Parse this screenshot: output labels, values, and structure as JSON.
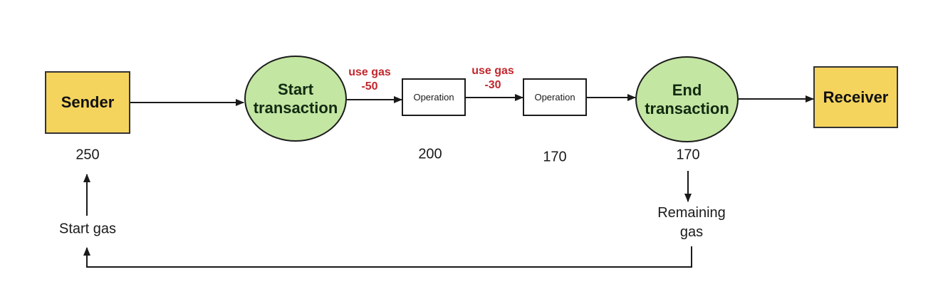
{
  "diagram": {
    "nodes": {
      "sender": {
        "label": "Sender"
      },
      "start_transaction": {
        "line1": "Start",
        "line2": "transaction"
      },
      "operation1": {
        "label": "Operation"
      },
      "operation2": {
        "label": "Operation"
      },
      "end_transaction": {
        "line1": "End",
        "line2": "transaction"
      },
      "receiver": {
        "label": "Receiver"
      }
    },
    "gas_values": {
      "sender_start": "250",
      "after_op1": "200",
      "after_op2": "170",
      "at_end": "170"
    },
    "edge_labels": {
      "use_gas_1": {
        "line1": "use gas",
        "line2": "-50"
      },
      "use_gas_2": {
        "line1": "use gas",
        "line2": "-30"
      }
    },
    "annotations": {
      "start_gas": "Start gas",
      "remaining_gas_line1": "Remaining",
      "remaining_gas_line2": "gas"
    },
    "colors": {
      "node_yellow": "#f5d45e",
      "node_green": "#c3e6a3",
      "operation_white": "#ffffff",
      "edge_label_red": "#c1272d",
      "line_black": "#1a1a1a",
      "background": "#ffffff"
    }
  }
}
